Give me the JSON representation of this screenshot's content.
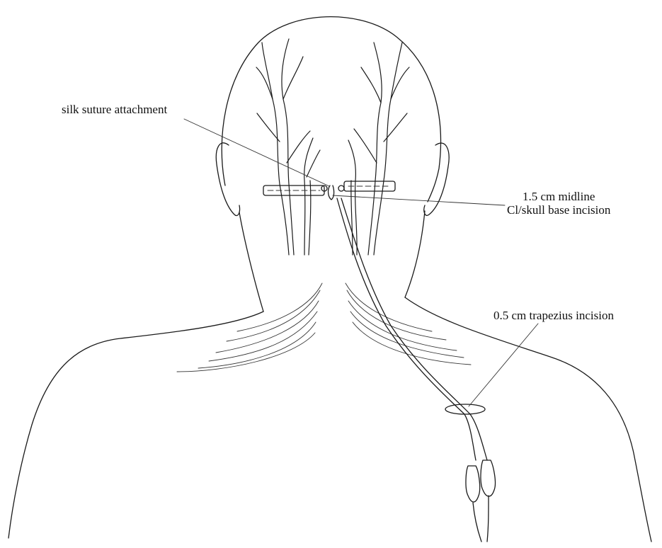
{
  "labels": {
    "suture": "silk suture attachment",
    "midline_line1": "1.5 cm midline",
    "midline_line2": "Cl/skull base incision",
    "trapezius": "0.5 cm trapezius incision"
  },
  "colors": {
    "ink": "#1a1a1a",
    "background": "#ffffff"
  }
}
